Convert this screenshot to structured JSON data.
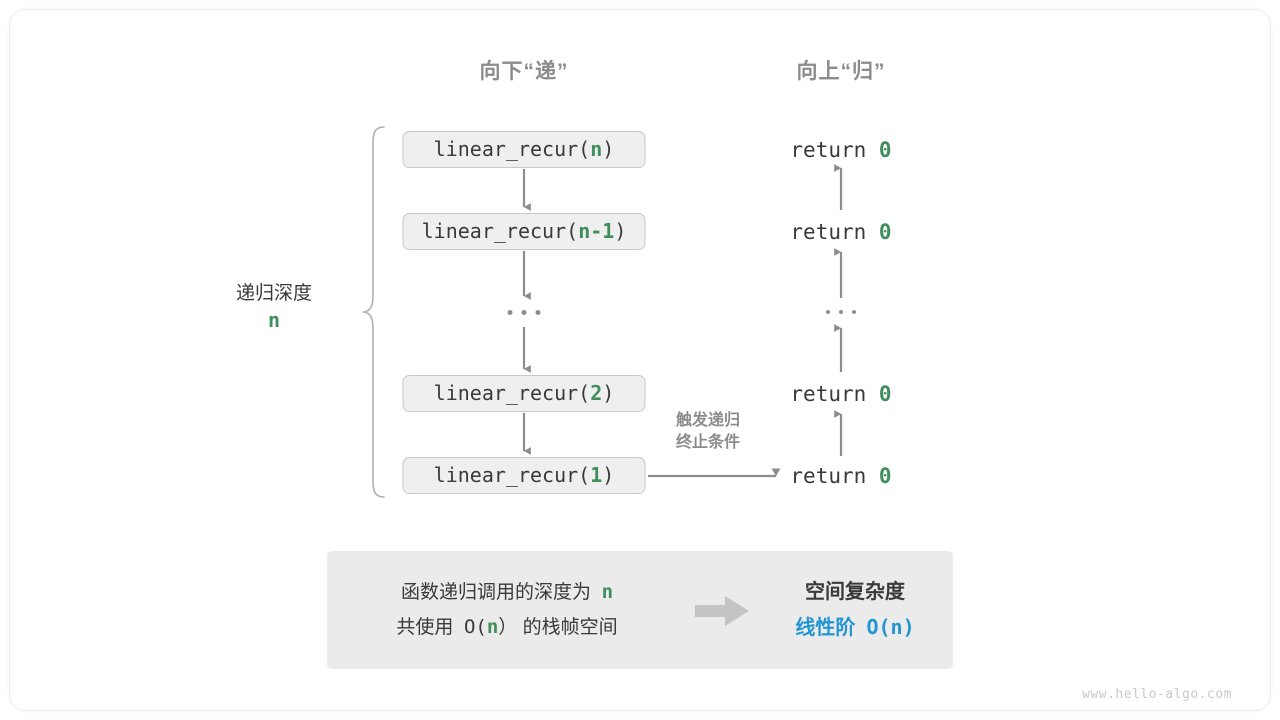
{
  "frame": {
    "present": true
  },
  "headers": {
    "down": "向下“递”",
    "up": "向上“归”"
  },
  "depth_annotation": {
    "label": "递归深度",
    "value": "n"
  },
  "call_stack": {
    "prefix": "linear_recur(",
    "suffix": ")",
    "items": [
      {
        "name": "linear_recur",
        "arg": "n",
        "full": "linear_recur(n)"
      },
      {
        "name": "linear_recur",
        "arg": "n-1",
        "full": "linear_recur(n-1)"
      },
      {
        "ellipsis": true
      },
      {
        "name": "linear_recur",
        "arg": "2",
        "full": "linear_recur(2)"
      },
      {
        "name": "linear_recur",
        "arg": "1",
        "full": "linear_recur(1)"
      }
    ]
  },
  "returns": {
    "keyword": "return",
    "items": [
      {
        "text": "return",
        "value": "0"
      },
      {
        "text": "return",
        "value": "0"
      },
      {
        "ellipsis": true
      },
      {
        "text": "return",
        "value": "0"
      },
      {
        "text": "return",
        "value": "0"
      }
    ]
  },
  "side_note": {
    "line1": "触发递归",
    "line2": "终止条件"
  },
  "summary": {
    "left": {
      "line1_a": "函数递归调用的深度为",
      "line1_n": "n",
      "line2_a": "共使用",
      "line2_o": "O(",
      "line2_n": "n",
      "line2_c": "）",
      "line2_b": "的栈帧空间"
    },
    "arrow_icon": "right-block-arrow",
    "right": {
      "title": "空间复杂度",
      "value_label": "线性阶",
      "value_expr": "O(n)"
    }
  },
  "watermark": "www.hello-algo.com",
  "colors": {
    "accent_green": "#3f8e5c",
    "accent_blue": "#2196d3",
    "box_fill": "#efefef",
    "box_border": "#c9c9c9",
    "panel_fill": "#ebebeb",
    "text_dark": "#3a3a3a",
    "text_gray": "#8c8c8c",
    "arrow_gray": "#8d8d8d"
  }
}
